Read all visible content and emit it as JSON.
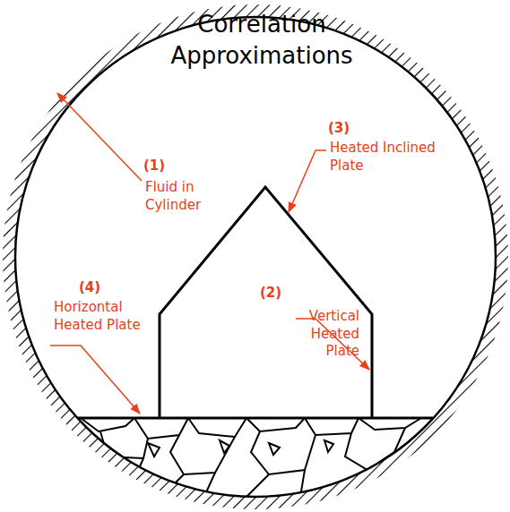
{
  "diagram": {
    "title": "Correlation Approximations",
    "labels": [
      "(1)",
      "Fluid in Cylinder",
      "(3)",
      "Heated Inclined Plate",
      "(2)",
      "Vertical Heated Plate",
      "(4)",
      "Horizontal Heated Plate"
    ]
  }
}
